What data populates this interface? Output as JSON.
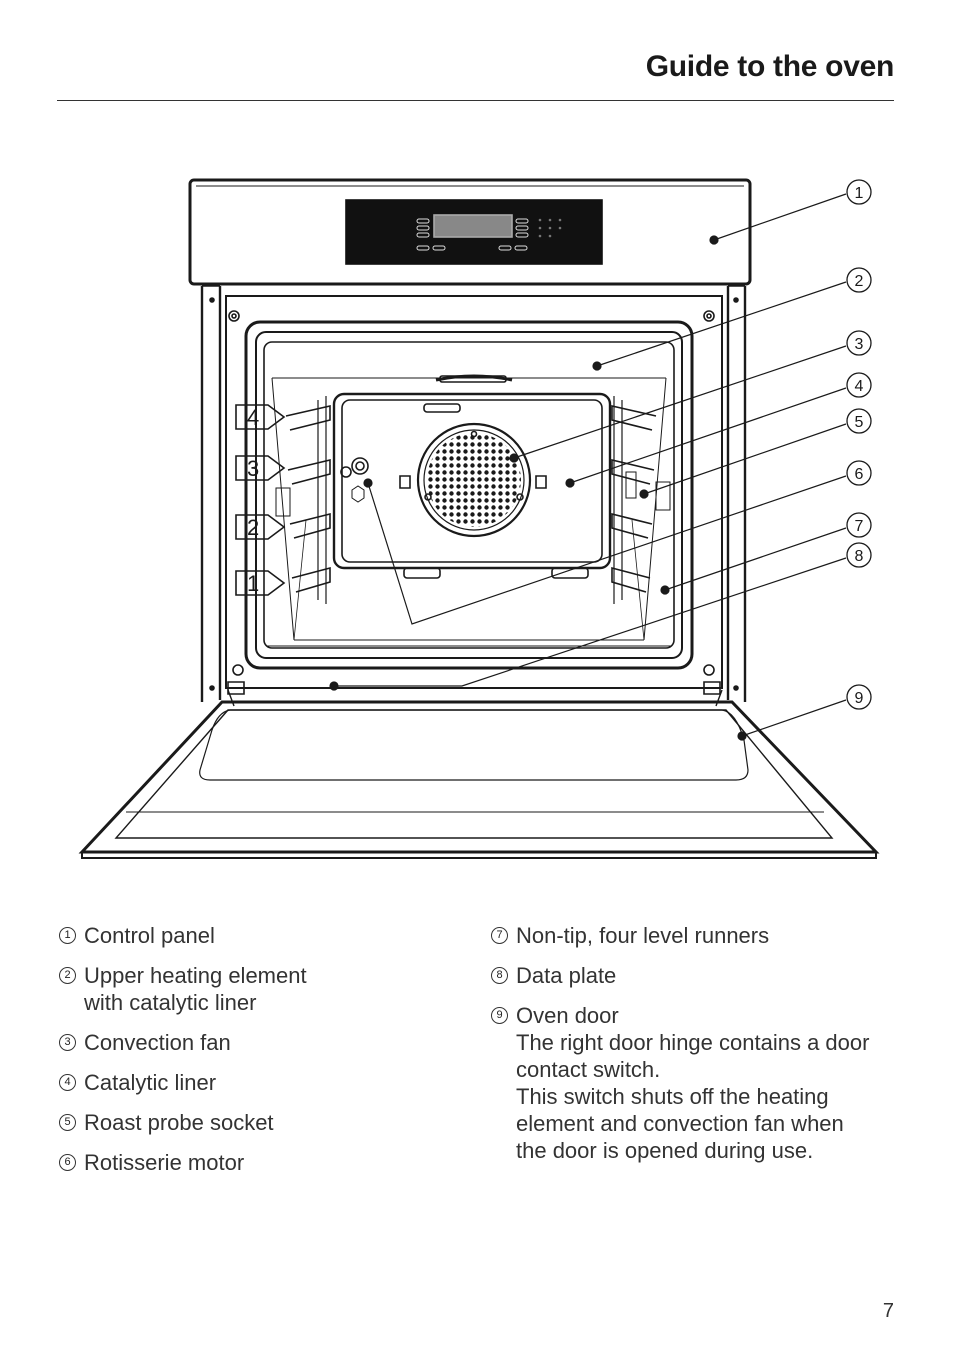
{
  "page": {
    "title": "Guide to the oven",
    "page_number": "7"
  },
  "diagram": {
    "callouts": [
      "1",
      "2",
      "3",
      "4",
      "5",
      "6",
      "7",
      "8",
      "9"
    ],
    "shelf_levels": [
      "4",
      "3",
      "2",
      "1"
    ]
  },
  "legend": {
    "left": [
      {
        "num": "1",
        "text": "Control panel"
      },
      {
        "num": "2",
        "text": "Upper heating element\nwith catalytic liner"
      },
      {
        "num": "3",
        "text": "Convection fan"
      },
      {
        "num": "4",
        "text": "Catalytic liner"
      },
      {
        "num": "5",
        "text": "Roast probe socket"
      },
      {
        "num": "6",
        "text": "Rotisserie motor"
      }
    ],
    "right": [
      {
        "num": "7",
        "text": "Non-tip, four level runners"
      },
      {
        "num": "8",
        "text": "Data plate"
      },
      {
        "num": "9",
        "text": "Oven door\nThe right door hinge contains a door\ncontact switch.\nThis switch shuts off the heating\nelement and convection fan when\nthe door is opened during use."
      }
    ]
  }
}
